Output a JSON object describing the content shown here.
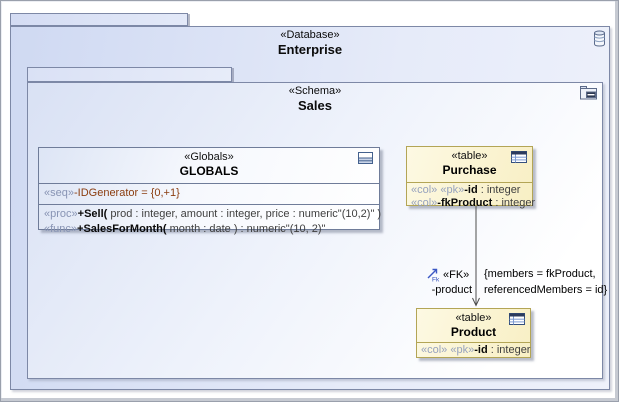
{
  "diagram": {
    "enterprise": {
      "stereotype": "«Database»",
      "name": "Enterprise",
      "icon": "database-icon"
    },
    "sales": {
      "stereotype": "«Schema»",
      "name": "Sales",
      "icon": "schema-icon"
    },
    "globals": {
      "stereotype": "«Globals»",
      "name": "GLOBALS",
      "icon": "class-icon",
      "attributes": [
        {
          "stereotype": "«seq»",
          "text": "-IDGenerator = {0,+1}"
        }
      ],
      "operations": [
        {
          "stereotype": "«proc»",
          "name": "+Sell(",
          "params": " prod : integer, amount : integer, price : numeric\"(10,2)\" )"
        },
        {
          "stereotype": "«func»",
          "name": "+SalesForMonth(",
          "params": " month : date ) : numeric\"(10, 2)\""
        }
      ]
    },
    "purchase": {
      "stereotype": "«table»",
      "name": "Purchase",
      "icon": "table-icon",
      "columns": [
        {
          "stereotypes": "«col» «pk»",
          "name": "-id",
          "type": " : integer"
        },
        {
          "stereotypes": "«col»",
          "name": "-fkProduct",
          "type": " : integer"
        }
      ]
    },
    "product": {
      "stereotype": "«table»",
      "name": "Product",
      "icon": "table-icon",
      "columns": [
        {
          "stereotypes": "«col» «pk»",
          "name": "-id",
          "type": " : integer"
        }
      ]
    },
    "association": {
      "stereotype": "«FK»",
      "fk_icon_label": "Fk",
      "role_name": "-product",
      "constraint": [
        "{members = fkProduct,",
        "referencedMembers = id}"
      ]
    },
    "colors": {
      "package_fill": "#cfd9f2",
      "package_border": "#7d88a6",
      "class_border": "#6f7c99",
      "table_fill": "#f8efc4",
      "table_border": "#b3a556",
      "stereotype_muted": "#8894b4",
      "sequence_text": "#8b3d10",
      "fk_icon_blue": "#3a57c4"
    }
  }
}
